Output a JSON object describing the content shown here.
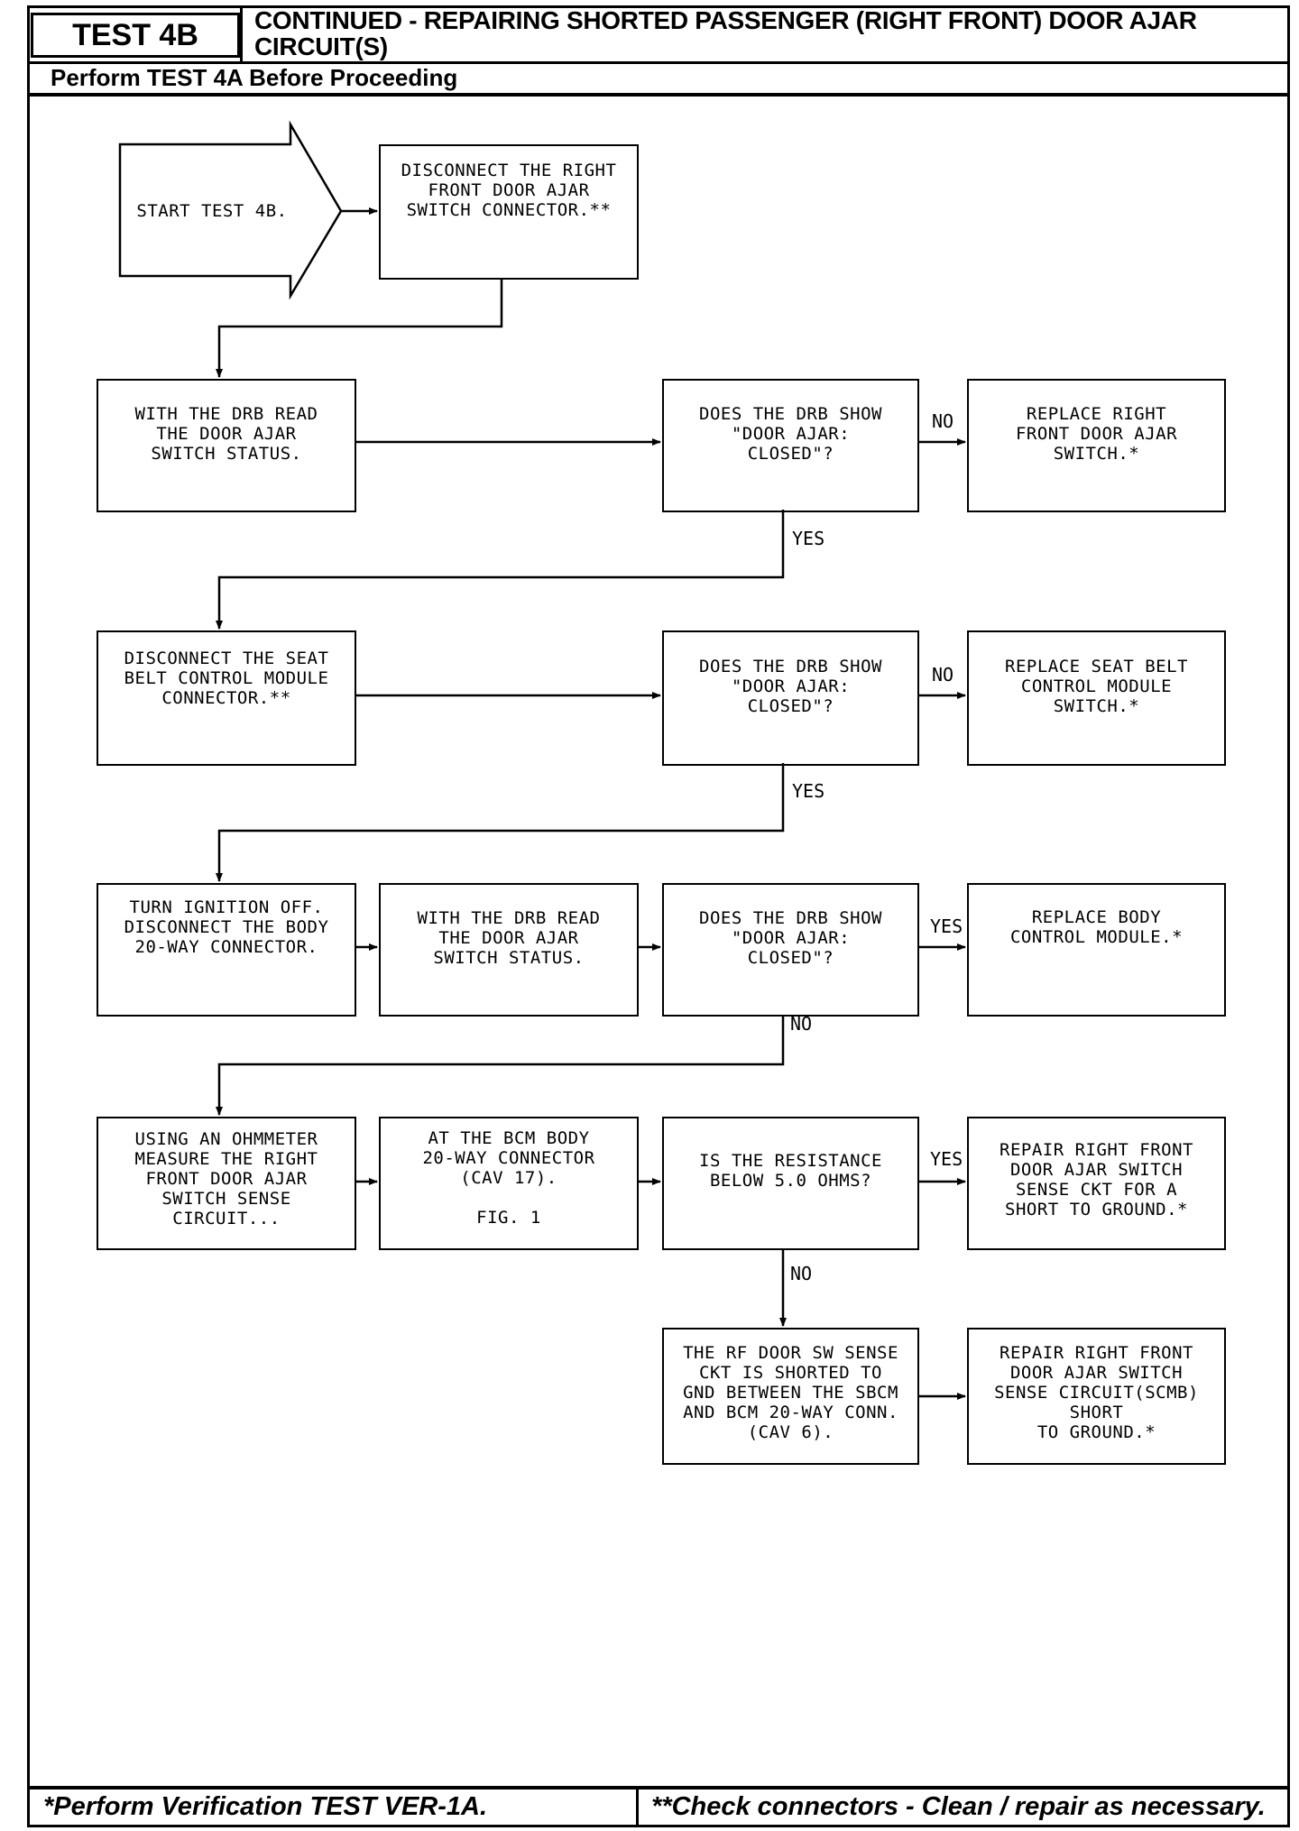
{
  "header": {
    "test_id": "TEST 4B",
    "title": "CONTINUED - REPAIRING SHORTED PASSENGER (RIGHT FRONT) DOOR AJAR CIRCUIT(S)",
    "subtitle": "Perform TEST 4A Before Proceeding"
  },
  "nodes": {
    "start": "START TEST 4B.",
    "n1": "DISCONNECT THE RIGHT\nFRONT DOOR AJAR\nSWITCH CONNECTOR.**",
    "n2": "WITH THE DRB READ\nTHE DOOR AJAR\nSWITCH STATUS.",
    "n3": "DOES THE DRB SHOW\n\"DOOR AJAR:\nCLOSED\"?",
    "n4": "REPLACE RIGHT\nFRONT DOOR AJAR\nSWITCH.*",
    "n5": "DISCONNECT THE SEAT\nBELT CONTROL MODULE\nCONNECTOR.**",
    "n6": "DOES THE DRB SHOW\n\"DOOR AJAR:\nCLOSED\"?",
    "n7": "REPLACE SEAT BELT\nCONTROL MODULE\nSWITCH.*",
    "n8": "TURN IGNITION OFF.\nDISCONNECT THE BODY\n20-WAY CONNECTOR.",
    "n9": "WITH THE DRB READ\nTHE DOOR AJAR\nSWITCH STATUS.",
    "n10": "DOES THE DRB SHOW\n\"DOOR AJAR:\nCLOSED\"?",
    "n11": "REPLACE BODY\nCONTROL MODULE.*",
    "n12": "USING AN OHMMETER\nMEASURE THE RIGHT\nFRONT DOOR AJAR\nSWITCH SENSE\nCIRCUIT...",
    "n13": "AT THE BCM BODY\n20-WAY CONNECTOR\n(CAV 17).\n\nFIG. 1",
    "n14": "IS THE RESISTANCE\nBELOW 5.0 OHMS?",
    "n15": "REPAIR RIGHT FRONT\nDOOR AJAR SWITCH\nSENSE CKT FOR A\nSHORT TO GROUND.*",
    "n16": "THE RF DOOR SW SENSE\nCKT IS SHORTED TO\nGND BETWEEN THE SBCM\nAND BCM 20-WAY CONN.\n(CAV 6).",
    "n17": "REPAIR RIGHT FRONT\nDOOR AJAR SWITCH\nSENSE CIRCUIT(SCMB)\nSHORT\nTO GROUND.*"
  },
  "labels": {
    "no_1": "NO",
    "yes_1": "YES",
    "no_2": "NO",
    "yes_2": "YES",
    "yes_3": "YES",
    "no_3": "NO",
    "yes_4": "YES",
    "no_4": "NO"
  },
  "footer": {
    "left": "*Perform Verification TEST VER-1A.",
    "right": "**Check connectors - Clean / repair as necessary."
  }
}
